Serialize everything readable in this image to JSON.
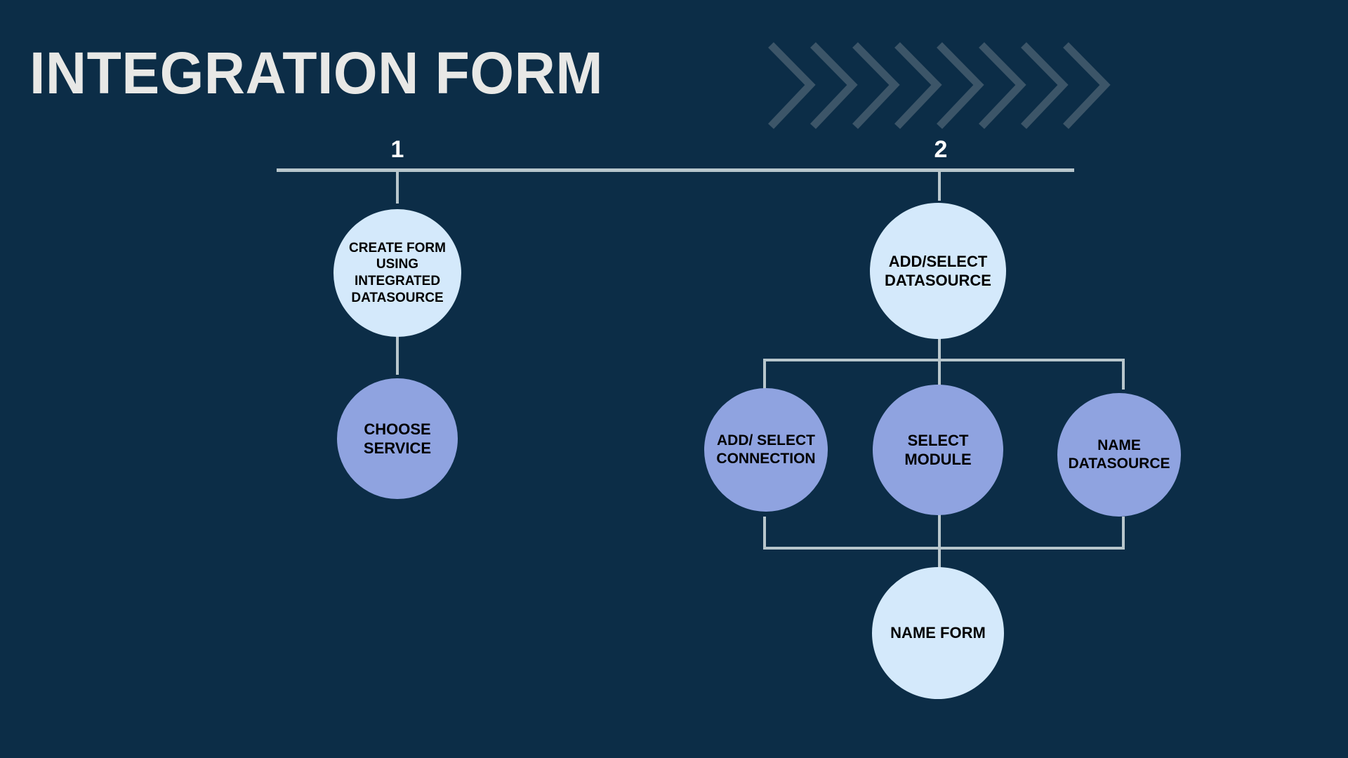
{
  "page": {
    "title": "INTEGRATION FORM",
    "background_color": "#0c2d47",
    "title_color": "#e8e8e6",
    "line_color": "#b8c6cc",
    "chevron_color": "#3c5568",
    "node_light_color": "#d4e9fb",
    "node_periwinkle_color": "#8fa3e0",
    "node_text_color": "#000000",
    "chevron_count": 8
  },
  "steps": [
    {
      "number": "1",
      "name": "step-1"
    },
    {
      "number": "2",
      "name": "step-2"
    }
  ],
  "nodes": {
    "create_form": "CREATE FORM USING INTEGRATED DATASOURCE",
    "choose_service": "CHOOSE SERVICE",
    "add_select_datasource": "ADD/SELECT DATASOURCE",
    "add_select_connection": "ADD/ SELECT CONNECTION",
    "select_module": "SELECT MODULE",
    "name_datasource": "NAME DATASOURCE",
    "name_form": "NAME FORM"
  }
}
